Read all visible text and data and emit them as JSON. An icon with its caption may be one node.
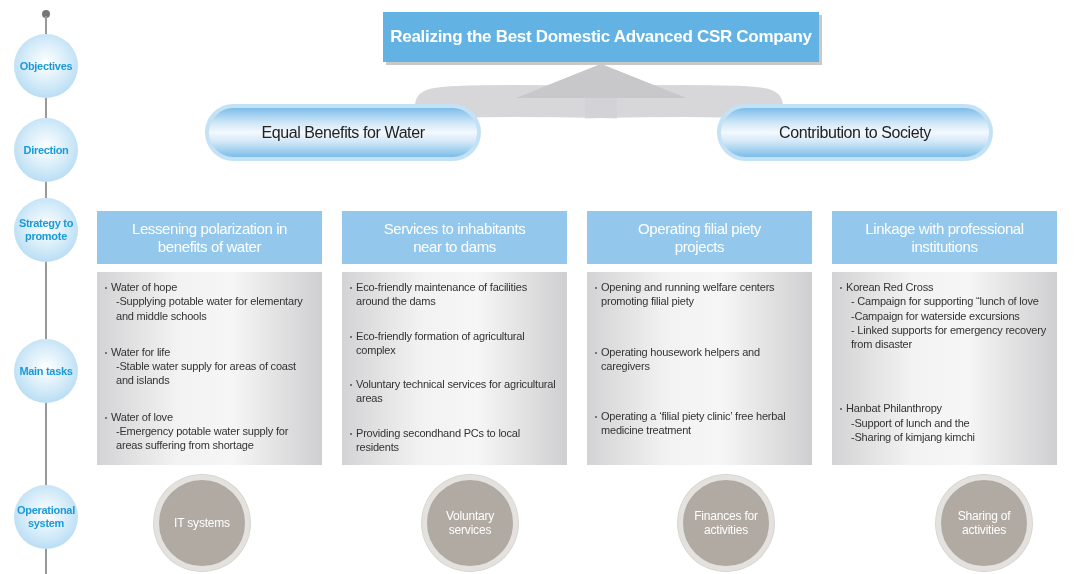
{
  "diagram": {
    "nodes": [
      {
        "text": [
          "Objectives"
        ]
      },
      {
        "text": [
          "Direction"
        ]
      },
      {
        "text": [
          "Strategy to promote"
        ]
      },
      {
        "text": [
          "Main tasks"
        ]
      },
      {
        "text": [
          "Operational system"
        ]
      },
      {
        "text": [
          "Realizing the Best Domestic Advanced CSR Company"
        ]
      },
      {
        "text": [
          "Equal Benefits for Water"
        ]
      },
      {
        "text": [
          "Contribution to Society"
        ]
      },
      {
        "text": [
          "Lessening polarization in benefits of water"
        ]
      },
      {
        "text": [
          "Services to inhabitants near to dams"
        ]
      },
      {
        "text": [
          "Operating filial piety projects"
        ]
      },
      {
        "text": [
          "Linkage with professional institutions"
        ]
      },
      {
        "text": [
          "Water of hope",
          "-Supplying potable water for elementary and middle schools",
          "Water for life",
          "-Stable water supply for areas of coast and islands",
          "Water of love",
          "-Emergency potable water supply for areas suffering from shortage"
        ]
      },
      {
        "text": [
          "Eco-friendly maintenance of facilities around the dams",
          "Eco-friendly formation of agricultural complex",
          "Voluntary technical services for agricultural areas",
          "Providing secondhand PCs to local residents"
        ]
      },
      {
        "text": [
          "Opening and running welfare centers promoting filial piety",
          "Operating housework helpers and caregivers",
          "Operating a ‘filial piety clinic’ free herbal medicine treatment"
        ]
      },
      {
        "text": [
          "Korean Red Cross",
          "- Campaign for supporting “lunch of love",
          "-Campaign for waterside excursions",
          "- Linked supports for emergency recovery from disaster",
          "Hanbat Philanthropy",
          "-Support of lunch and the",
          "-Sharing of kimjang kimchi"
        ]
      },
      {
        "text": [
          "IT systems"
        ]
      },
      {
        "text": [
          "Voluntary services"
        ]
      },
      {
        "text": [
          "Finances for activities"
        ]
      },
      {
        "text": [
          "Sharing of activities"
        ]
      }
    ],
    "edges": [
      {
        "from": 0,
        "to": 1,
        "arrow": "none"
      },
      {
        "from": 1,
        "to": 2,
        "arrow": "none"
      },
      {
        "from": 2,
        "to": 3,
        "arrow": "none"
      },
      {
        "from": 3,
        "to": 4,
        "arrow": "none"
      },
      {
        "from": 6,
        "to": 5,
        "arrow": "to",
        "style": "thick"
      },
      {
        "from": 7,
        "to": 5,
        "arrow": "to",
        "style": "thick"
      }
    ]
  }
}
